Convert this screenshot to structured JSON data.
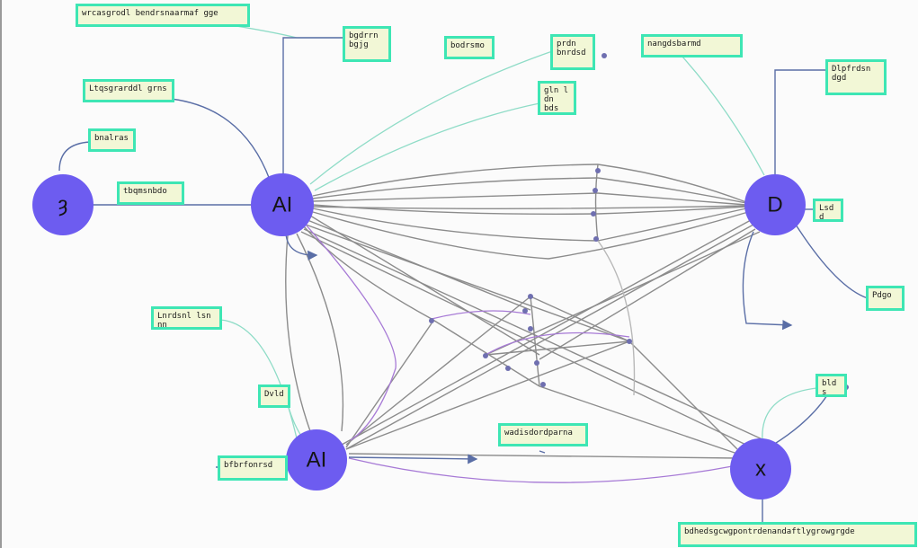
{
  "colors": {
    "node_fill": "#6d5cf0",
    "edge_gray": "#8c8c8c",
    "edge_blue": "#5a6ea6",
    "edge_teal": "#8fdcc7",
    "edge_purple": "#a77ad6",
    "box_border": "#3ee6b4",
    "box_fill": "#f2f7d6"
  },
  "nodes": [
    {
      "id": "n-left",
      "label": "ȝ"
    },
    {
      "id": "n-ai-top",
      "label": "AI"
    },
    {
      "id": "n-ai-bottom",
      "label": "AI"
    },
    {
      "id": "n-d",
      "label": "D"
    },
    {
      "id": "n-x",
      "label": "x"
    }
  ],
  "boxes": [
    {
      "id": "b1",
      "text": "wrcasgrodl bendrsnaarmaf gge"
    },
    {
      "id": "b2",
      "text": "bgdrrn\nbgjg"
    },
    {
      "id": "b3",
      "text": "bodrsmo"
    },
    {
      "id": "b4",
      "text": "prdn\nbnrdsd"
    },
    {
      "id": "b5",
      "text": "nangdsbarmd"
    },
    {
      "id": "b6",
      "text": "Dlpfrdsn\ndgd"
    },
    {
      "id": "b7",
      "text": "Ltqsgrarddl grns"
    },
    {
      "id": "b8",
      "text": "gln ldn\nbds"
    },
    {
      "id": "b9",
      "text": "bnalras"
    },
    {
      "id": "b10",
      "text": "tbqmsnbdo"
    },
    {
      "id": "b11",
      "text": "Lsdd"
    },
    {
      "id": "b12",
      "text": "Pdgo"
    },
    {
      "id": "b13",
      "text": "Lnrdsnl lsnnn"
    },
    {
      "id": "b14",
      "text": "Dvld"
    },
    {
      "id": "b15",
      "text": "bfbrfonrsd"
    },
    {
      "id": "b16",
      "text": "wadisdordparna"
    },
    {
      "id": "b17",
      "text": "blds"
    },
    {
      "id": "b18",
      "text": "bdhedsgcwgpontrdenandaftlygrowgrgde"
    }
  ]
}
